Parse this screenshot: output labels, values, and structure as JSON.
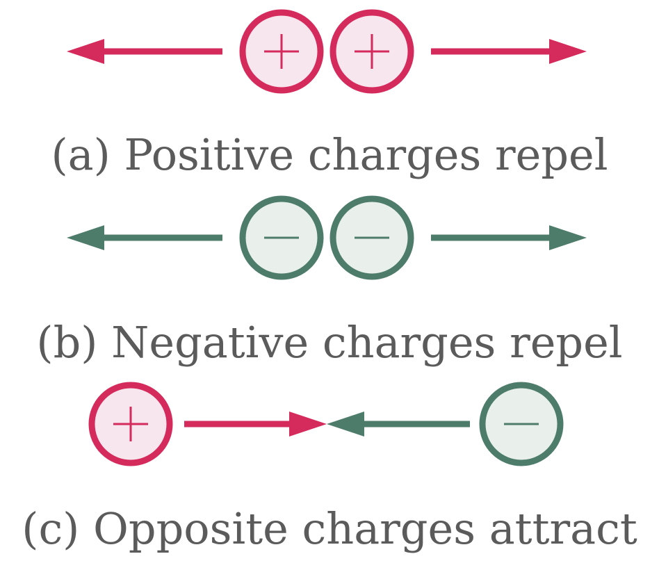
{
  "colors": {
    "positive": "#d42a5c",
    "positive_fill": "#f8e6ee",
    "negative": "#4e7c6a",
    "negative_fill": "#e9f0ec",
    "caption_text": "#5b5b5b"
  },
  "panels": [
    {
      "caption": "(a) Positive charges repel",
      "charges": [
        {
          "name": "positive-charge-left",
          "sign": "+"
        },
        {
          "name": "positive-charge-right",
          "sign": "+"
        }
      ],
      "forces": [
        {
          "name": "repulsion-arrow-left",
          "direction": "left",
          "polarity": "positive"
        },
        {
          "name": "repulsion-arrow-right",
          "direction": "right",
          "polarity": "positive"
        }
      ]
    },
    {
      "caption": "(b) Negative charges repel",
      "charges": [
        {
          "name": "negative-charge-left",
          "sign": "−"
        },
        {
          "name": "negative-charge-right",
          "sign": "−"
        }
      ],
      "forces": [
        {
          "name": "repulsion-arrow-left",
          "direction": "left",
          "polarity": "negative"
        },
        {
          "name": "repulsion-arrow-right",
          "direction": "right",
          "polarity": "negative"
        }
      ]
    },
    {
      "caption": "(c) Opposite charges attract",
      "charges": [
        {
          "name": "positive-charge",
          "sign": "+"
        },
        {
          "name": "negative-charge",
          "sign": "−"
        }
      ],
      "forces": [
        {
          "name": "attraction-arrow-right",
          "direction": "right",
          "polarity": "positive"
        },
        {
          "name": "attraction-arrow-left",
          "direction": "left",
          "polarity": "negative"
        }
      ]
    }
  ]
}
